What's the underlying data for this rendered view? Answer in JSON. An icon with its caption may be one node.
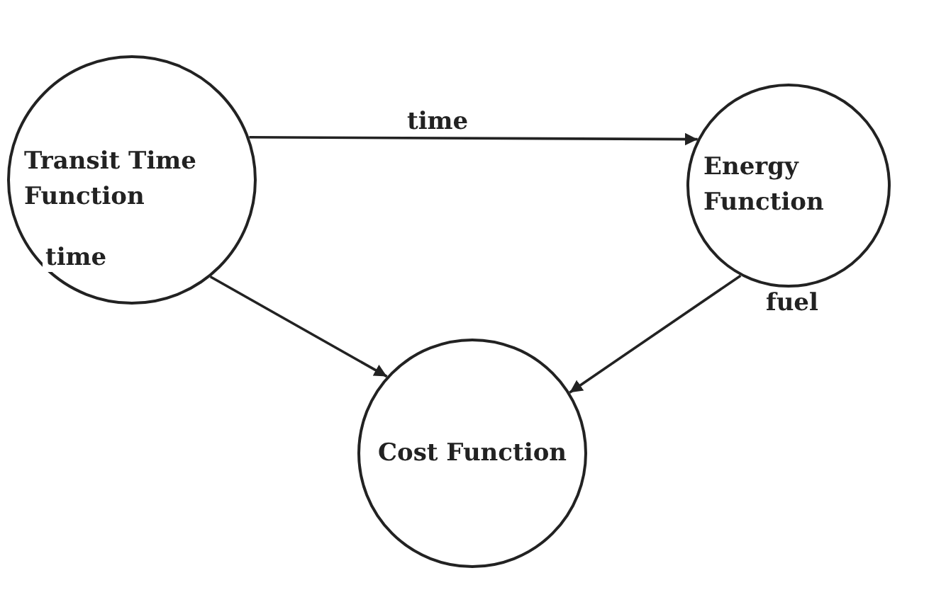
{
  "diagram": {
    "nodes": [
      {
        "text": [
          "Transit Time Function"
        ]
      },
      {
        "text": [
          "Energy Function"
        ]
      },
      {
        "text": [
          "Cost Function"
        ]
      }
    ],
    "edges": [
      {
        "from": 0,
        "to": 1,
        "arrow": "to",
        "label": "time"
      },
      {
        "from": 0,
        "to": 2,
        "arrow": "to",
        "label": "time"
      },
      {
        "from": 1,
        "to": 2,
        "arrow": "to",
        "label": "fuel"
      }
    ]
  }
}
